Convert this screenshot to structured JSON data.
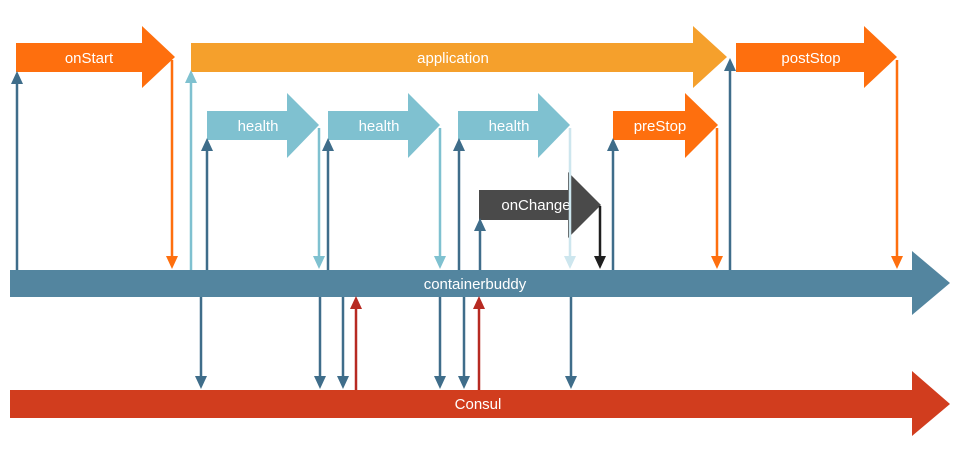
{
  "colors": {
    "orange": "#fe6f0e",
    "orange_light": "#f5a02c",
    "teal": "#7fc1d0",
    "teal_faint": "#cde6ee",
    "dark": "#4a4a4a",
    "steel": "#53859f",
    "steel_dark": "#3f6d8a",
    "red": "#d13d1e",
    "red_dark": "#b72a22",
    "black": "#1f1f1f"
  },
  "lanes": {
    "containerbuddy": "containerbuddy",
    "consul": "Consul"
  },
  "phases": [
    {
      "id": "onstart",
      "label": "onStart"
    },
    {
      "id": "application",
      "label": "application"
    },
    {
      "id": "poststop",
      "label": "postStop"
    },
    {
      "id": "health-1",
      "label": "health"
    },
    {
      "id": "health-2",
      "label": "health"
    },
    {
      "id": "health-3",
      "label": "health"
    },
    {
      "id": "prestop",
      "label": "preStop"
    },
    {
      "id": "onchange",
      "label": "onChange"
    }
  ]
}
